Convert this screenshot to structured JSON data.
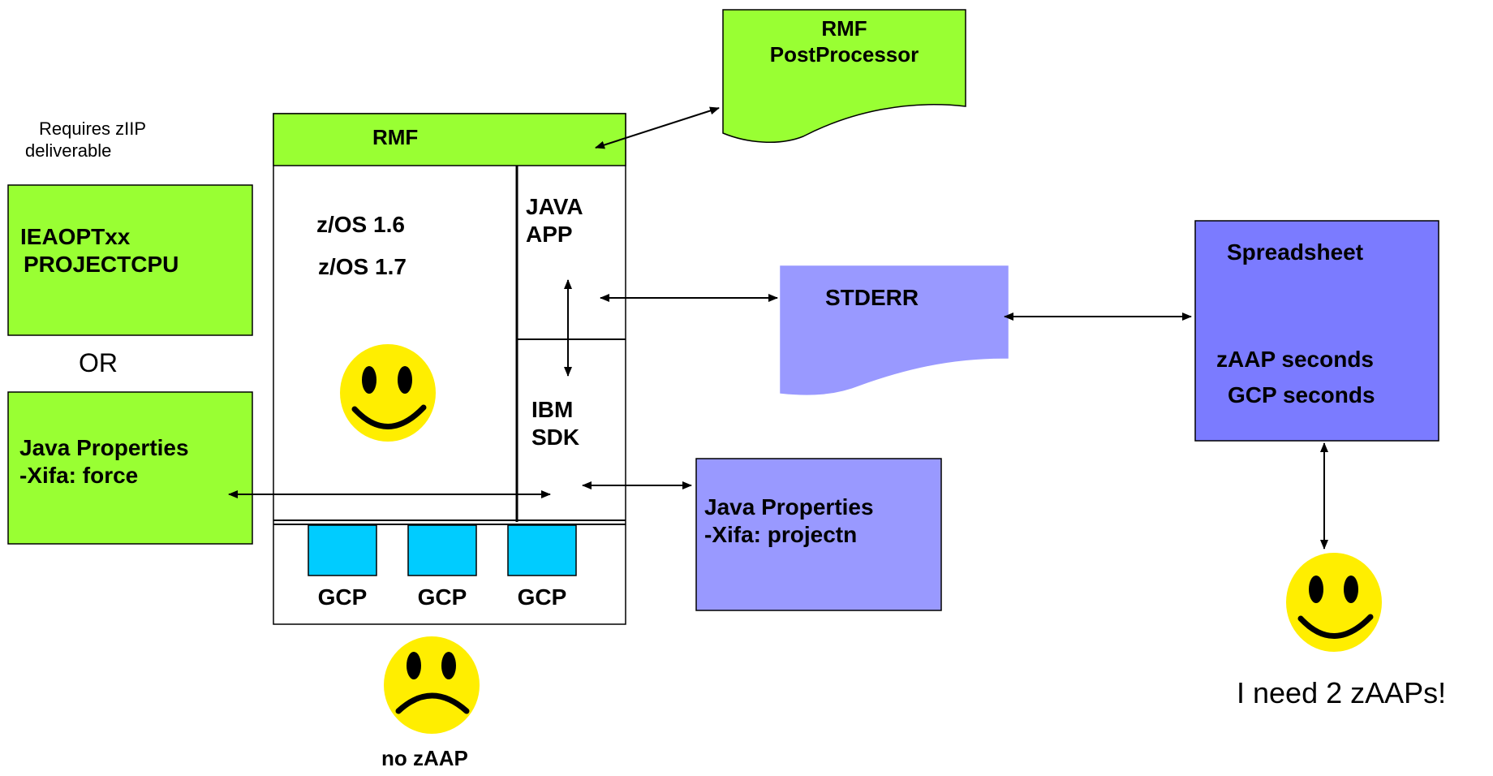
{
  "rmf_postprocessor": {
    "line1": "RMF",
    "line2": "PostProcessor"
  },
  "rmf": {
    "label": "RMF"
  },
  "zos": {
    "line1": "z/OS 1.6",
    "line2": "z/OS 1.7"
  },
  "java_app": {
    "line1": "JAVA",
    "line2": "APP"
  },
  "ibm_sdk": {
    "line1": "IBM",
    "line2": "SDK"
  },
  "gcp": {
    "labels": [
      "GCP",
      "GCP",
      "GCP"
    ]
  },
  "no_zaap": {
    "label": "no zAAP"
  },
  "note": {
    "line1": "Requires zIIP",
    "line2": "deliverable"
  },
  "ieaopt": {
    "line1": "IEAOPTxx",
    "line2": "PROJECTCPU"
  },
  "or_label": "OR",
  "java_props_force": {
    "line1": "Java Properties",
    "line2": "-Xifa: force"
  },
  "java_props_projectn": {
    "line1": "Java Properties",
    "line2": "-Xifa: projectn"
  },
  "stderr": {
    "label": "STDERR"
  },
  "spreadsheet": {
    "title": "Spreadsheet",
    "line1": "zAAP seconds",
    "line2": "GCP seconds"
  },
  "zaap_need": {
    "label": "I need 2 zAAPs!"
  },
  "colors": {
    "green": "#99ff33",
    "purple_light": "#9999ff",
    "purple": "#7b7bff",
    "gcp_cyan": "#00ccff",
    "smiley": "#ffee00"
  }
}
